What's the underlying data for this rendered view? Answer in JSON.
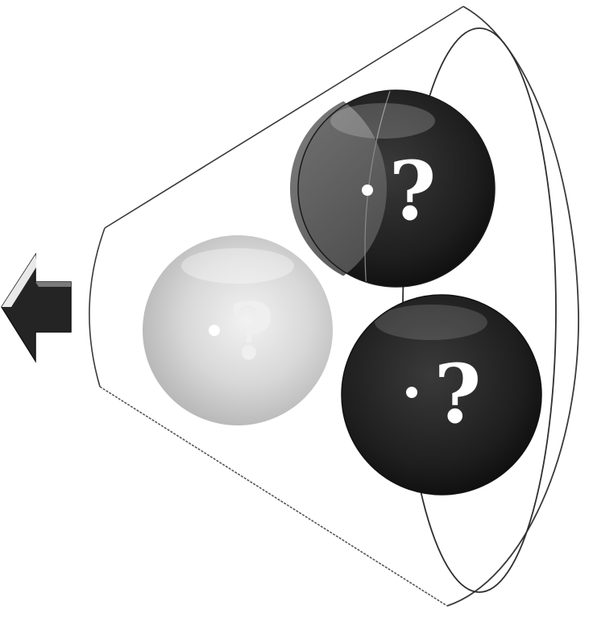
{
  "figure": {
    "colors": {
      "background": "#ffffff",
      "outline": "#3a3a3a",
      "dark_sphere": "#232323",
      "mid_sphere": "#5c5c5c",
      "light_sphere": "#d6d6d6",
      "arrow": "#262626"
    },
    "arrow": {
      "icon": "left-arrow-icon",
      "direction": "left"
    },
    "funnel": {
      "icon": "funnel-cone-shape"
    },
    "spheres": [
      {
        "label": "?",
        "shade": "half-dark"
      },
      {
        "label": "?",
        "shade": "dark"
      },
      {
        "label": "?",
        "shade": "light"
      }
    ]
  }
}
